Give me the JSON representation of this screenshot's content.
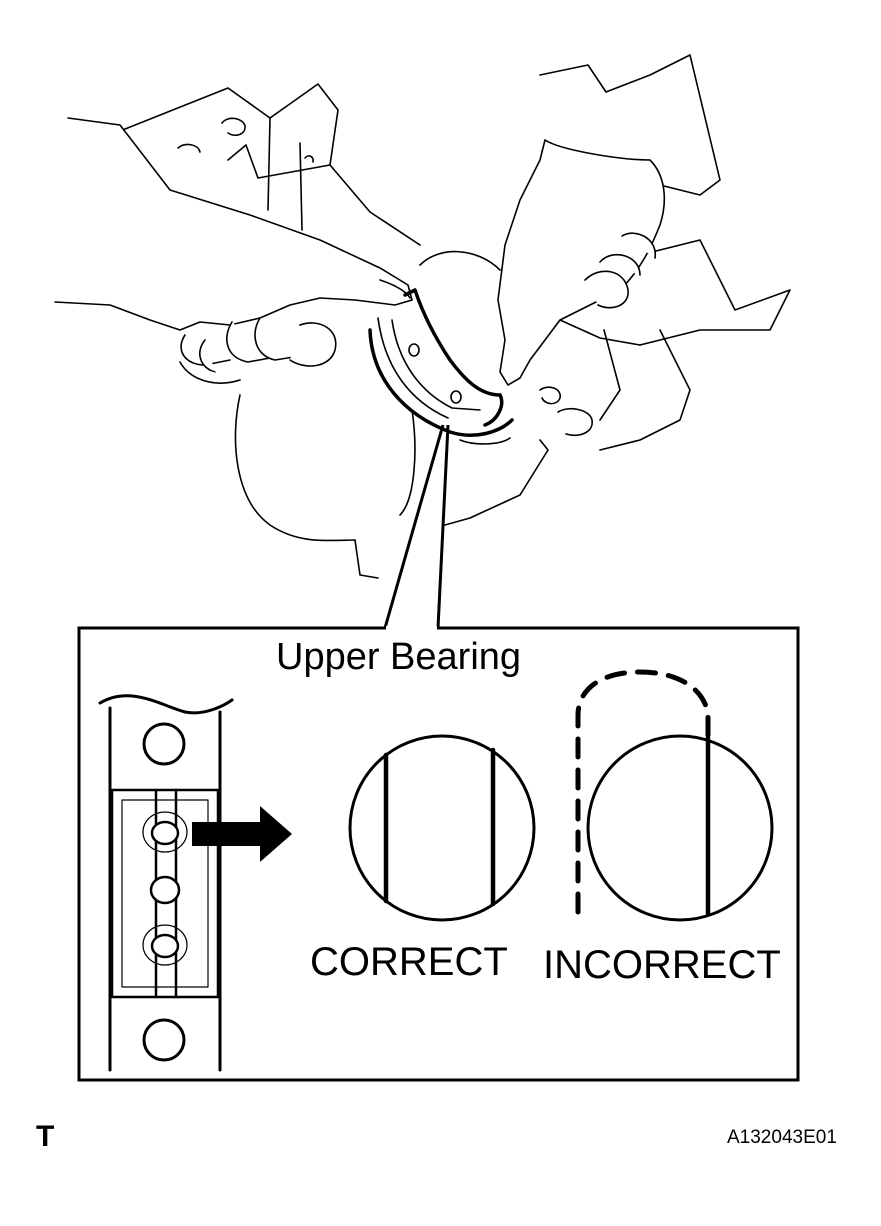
{
  "labels": {
    "upper_bearing": "Upper Bearing",
    "correct": "CORRECT",
    "incorrect": "INCORRECT"
  },
  "footer": {
    "left_mark": "T",
    "figure_code": "A132043E01"
  },
  "colors": {
    "ink": "#000000",
    "paper": "#ffffff"
  }
}
